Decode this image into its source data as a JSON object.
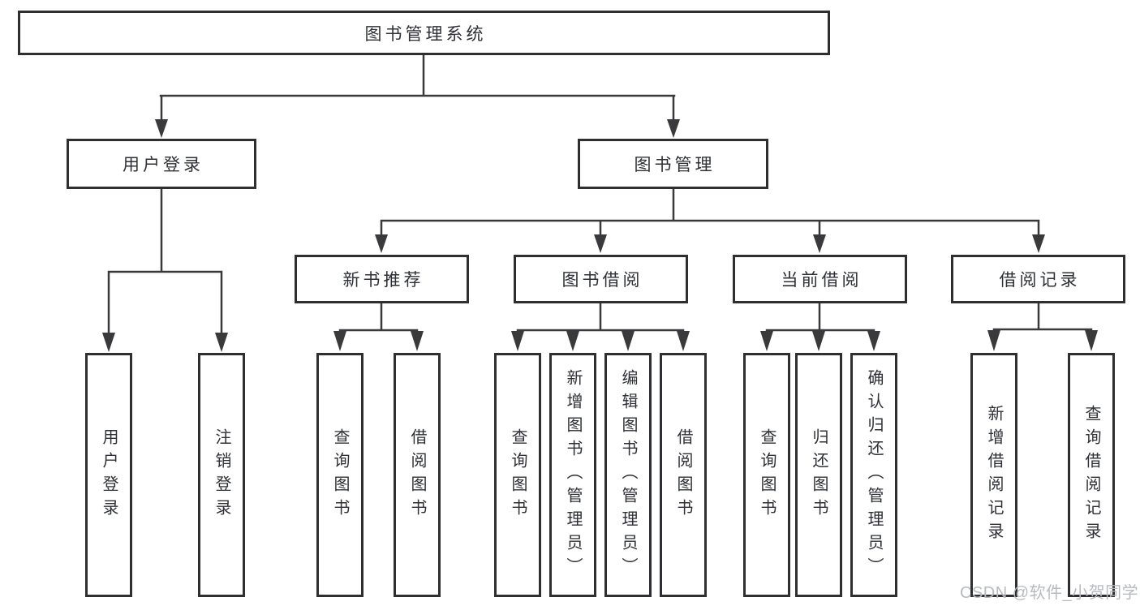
{
  "diagram": {
    "root": {
      "label": "图书管理系统"
    },
    "branches": [
      {
        "label": "用户登录",
        "children": [
          {
            "label": "用户登录"
          },
          {
            "label": "注销登录"
          }
        ]
      },
      {
        "label": "图书管理",
        "children": [
          {
            "label": "新书推荐",
            "children": [
              {
                "label": "查询图书"
              },
              {
                "label": "借阅图书"
              }
            ]
          },
          {
            "label": "图书借阅",
            "children": [
              {
                "label": "查询图书"
              },
              {
                "label": "新增图书（管理员）"
              },
              {
                "label": "编辑图书（管理员）"
              },
              {
                "label": "借阅图书"
              }
            ]
          },
          {
            "label": "当前借阅",
            "children": [
              {
                "label": "查询图书"
              },
              {
                "label": "归还图书"
              },
              {
                "label": "确认归还（管理员）"
              }
            ]
          },
          {
            "label": "借阅记录",
            "children": [
              {
                "label": "新增借阅记录"
              },
              {
                "label": "查询借阅记录"
              }
            ]
          }
        ]
      }
    ]
  },
  "watermark": {
    "text": "CSDN @软件_小贺同学"
  },
  "colors": {
    "line": "#3a3a3c",
    "border": "#2f2f31",
    "text": "#2e3035",
    "watermark": "#b7bbc0",
    "background": "#ffffff"
  }
}
